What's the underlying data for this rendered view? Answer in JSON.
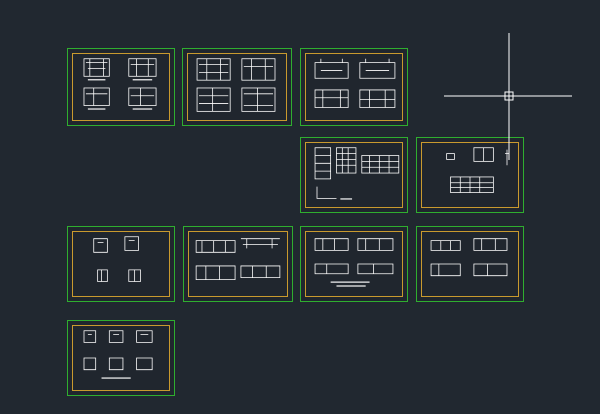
{
  "app": {
    "view": "model-space",
    "background": "#212830",
    "border_color": "#2fae2f",
    "inner_frame_color": "#c99a2e",
    "line_color": "#ffffff"
  },
  "sheets": [
    {
      "id": "sheet-1",
      "kind": "section-details-4"
    },
    {
      "id": "sheet-2",
      "kind": "section-details-4"
    },
    {
      "id": "sheet-3",
      "kind": "section-details-4"
    },
    {
      "id": "sheet-4",
      "kind": "plan-and-table"
    },
    {
      "id": "sheet-5",
      "kind": "plan-and-table"
    },
    {
      "id": "sheet-6",
      "kind": "section-details-6"
    },
    {
      "id": "sheet-7",
      "kind": "long-sections"
    },
    {
      "id": "sheet-8",
      "kind": "long-sections"
    },
    {
      "id": "sheet-9",
      "kind": "long-sections"
    },
    {
      "id": "sheet-10",
      "kind": "section-details-6"
    }
  ],
  "cursor": {
    "type": "crosshair-pickbox"
  }
}
